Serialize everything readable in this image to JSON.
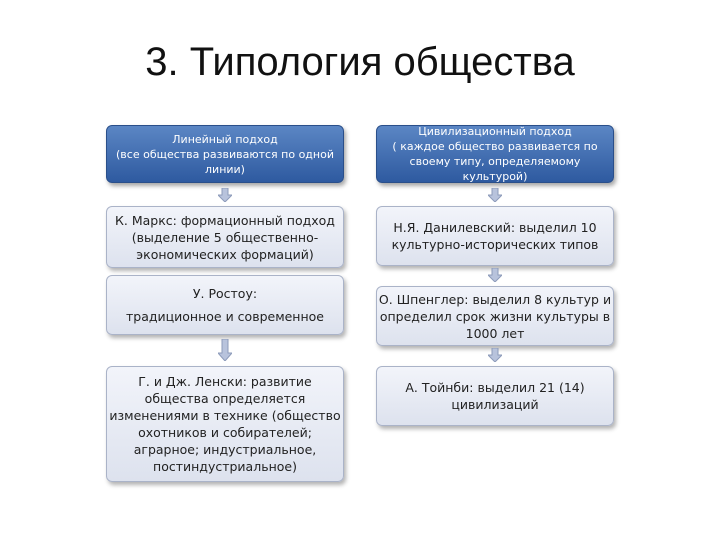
{
  "title": "3. Типология общества",
  "left": {
    "header": {
      "line1": "Линейный подход",
      "line2": "(все общества развиваются по одной",
      "line3": "линии)"
    },
    "nodes": [
      {
        "lines": [
          "К. Маркс: формационный подход",
          "(выделение 5 общественно-",
          "экономических формаций)"
        ]
      },
      {
        "lines": [
          "У. Ростоу:",
          "традиционное и современное"
        ]
      },
      {
        "lines": [
          "Г. и Дж. Ленски:  развитие",
          "общества определяется",
          "изменениями в технике (общество",
          "охотников и собирателей;",
          "аграрное; индустриальное,",
          "постиндустриальное)"
        ]
      }
    ]
  },
  "right": {
    "header": {
      "line1": "Цивилизационный подход",
      "line2": "( каждое общество развивается по",
      "line3": "своему типу, определяемому культурой)"
    },
    "nodes": [
      {
        "lines": [
          "Н.Я. Данилевский:  выделил 10",
          "культурно-исторических типов"
        ]
      },
      {
        "lines": [
          "О. Шпенглер:  выделил 8 культур и",
          "определил срок жизни культуры в",
          "1000 лет"
        ]
      },
      {
        "lines": [
          "А. Тойнби:  выделил 21 (14)",
          "цивилизаций"
        ]
      }
    ]
  },
  "colors": {
    "header_fill": "#2e5aa0",
    "node_fill": "#e4e8f2",
    "arrow_fill": "#b8c3dc"
  }
}
